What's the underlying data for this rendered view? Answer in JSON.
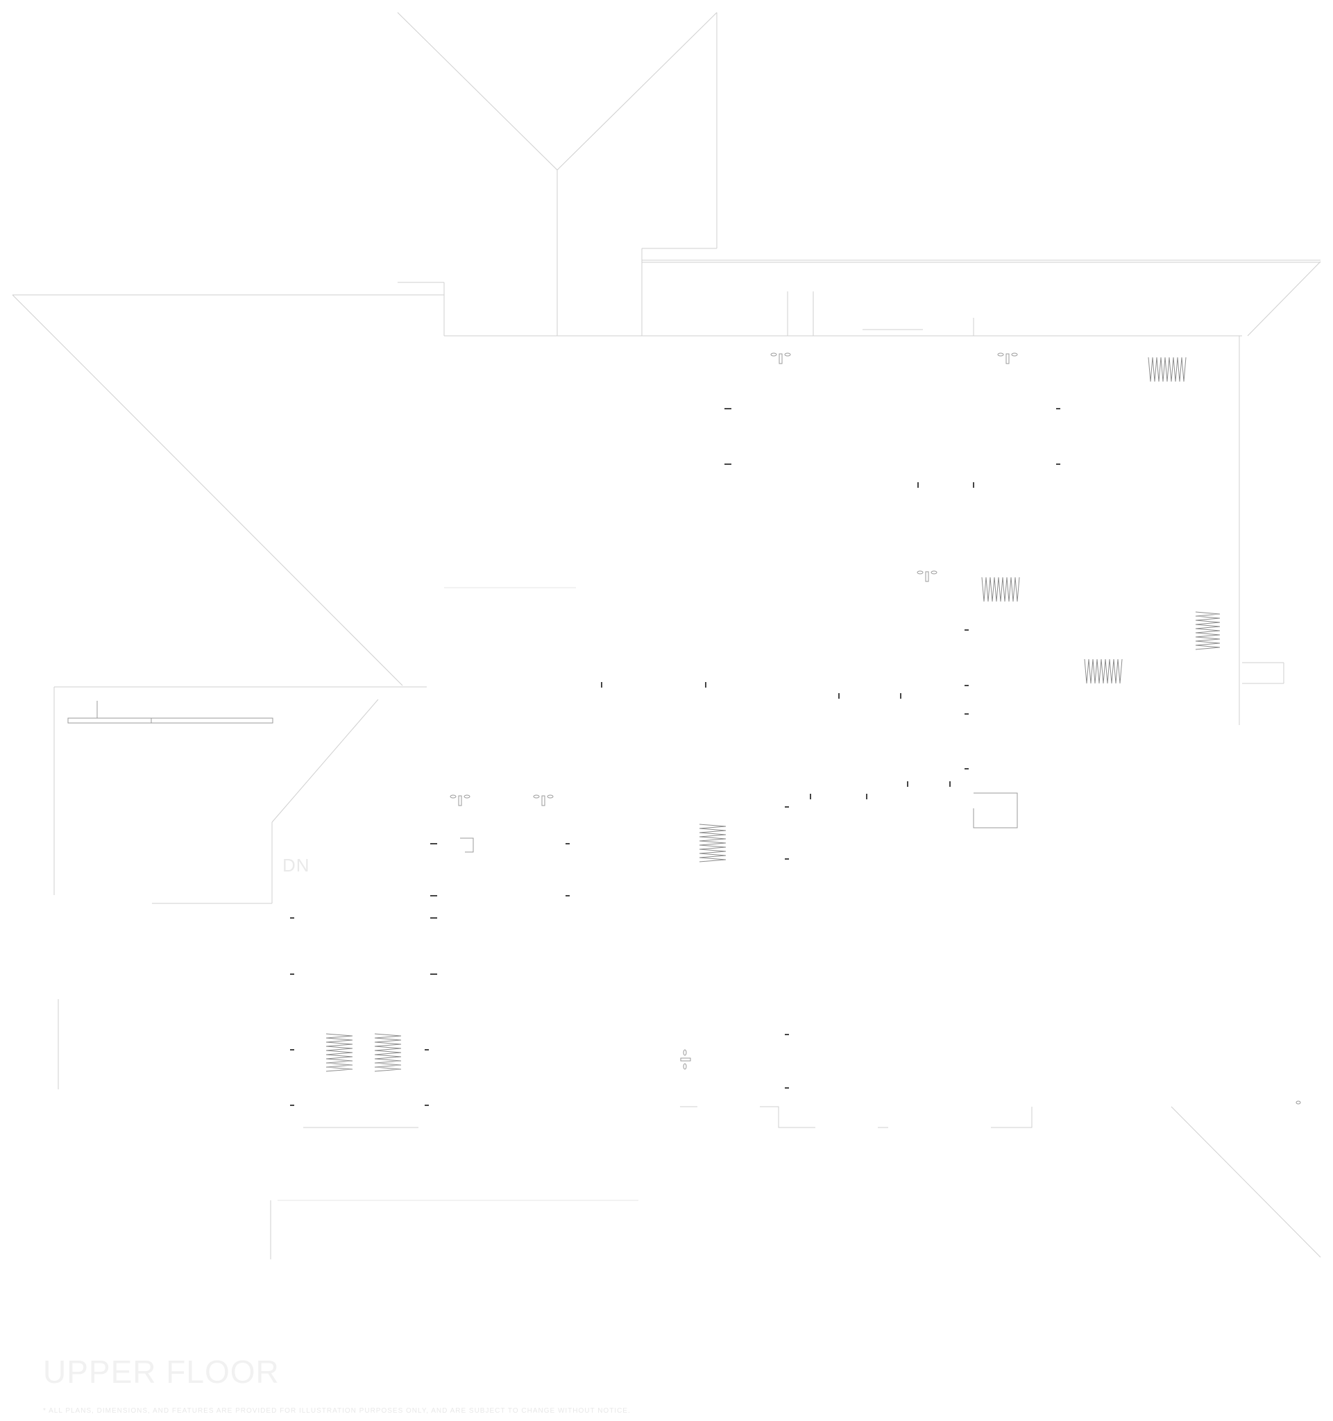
{
  "plan": {
    "floor_title": "UPPER FLOOR",
    "stair_label": "DN",
    "footnote": "* ALL PLANS, DIMENSIONS, AND FEATURES ARE PROVIDED FOR ILLUSTRATION PURPOSES ONLY, AND ARE SUBJECT TO CHANGE WITHOUT NOTICE."
  },
  "colors": {
    "background": "#ffffff",
    "wall": "#cfcfcf",
    "fixture": "#8c8c8c",
    "label": "#f1f1f1"
  }
}
